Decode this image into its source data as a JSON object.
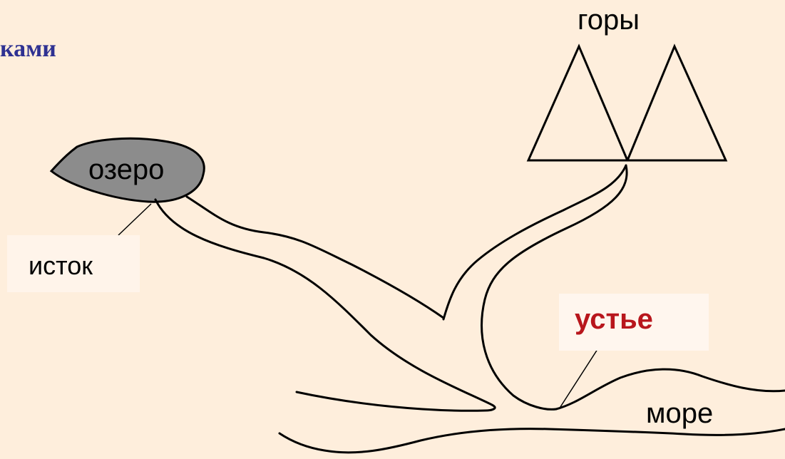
{
  "title_fragment": "ками",
  "labels": {
    "mountains": "горы",
    "lake": "озеро",
    "source": "исток",
    "mouth": "устье",
    "sea": "море"
  },
  "colors": {
    "background": "#FEEEDC",
    "title": "#2E3192",
    "mouth_label": "#B8161C",
    "lake_fill": "#8C8C8C",
    "stroke": "#000000"
  }
}
